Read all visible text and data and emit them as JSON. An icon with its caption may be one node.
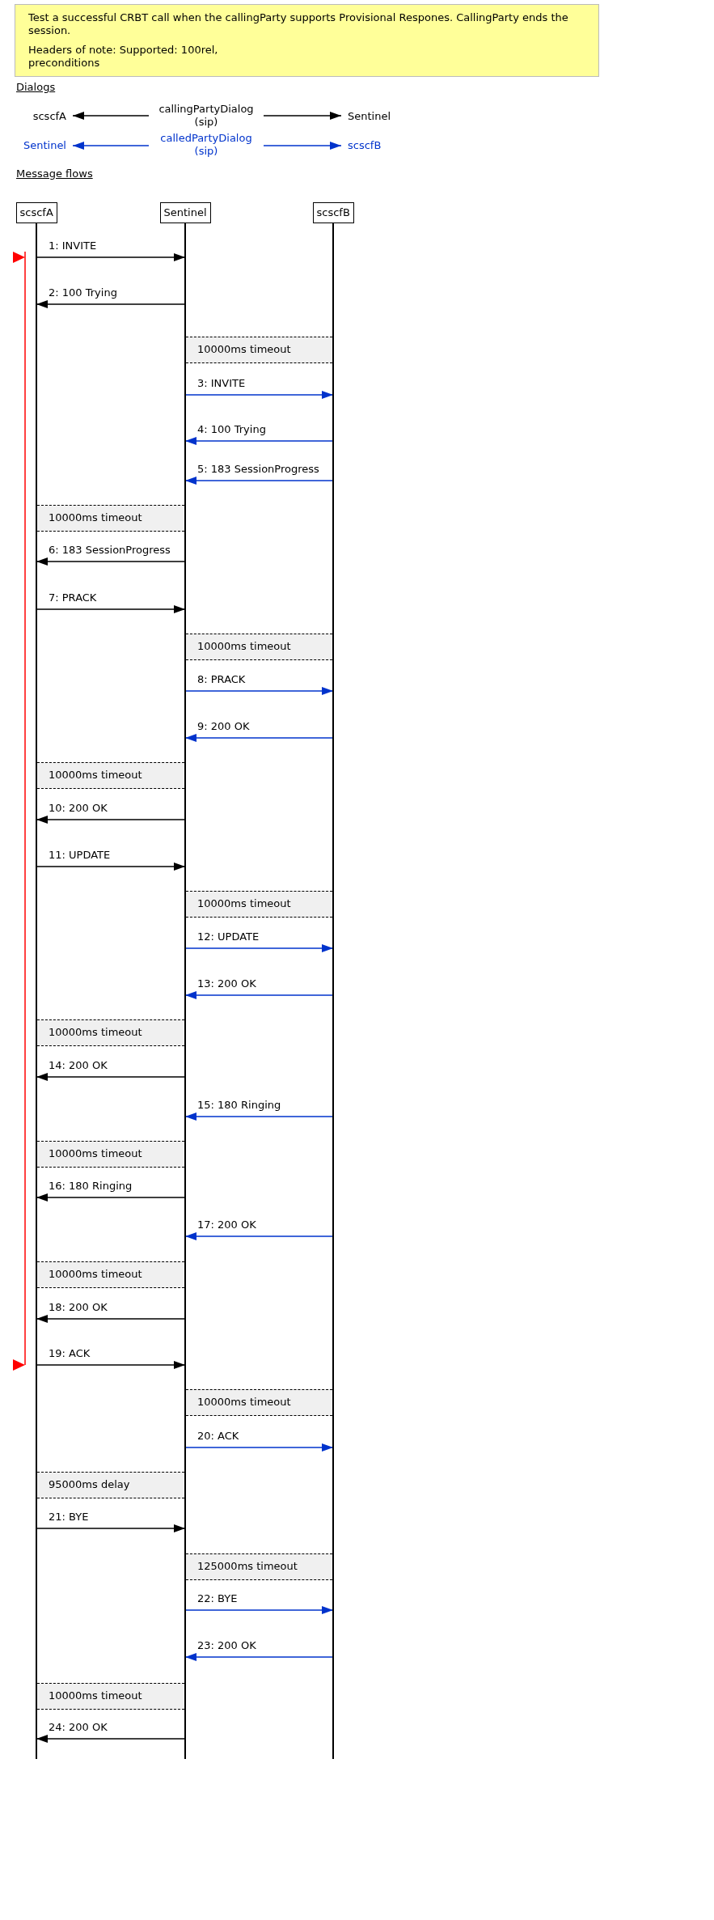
{
  "diagram": {
    "nodes": [
      {
        "text": [
          "Test a successful CRBT call when the callingParty supports Provisional Respones. CallingParty ends the session.",
          "Headers of note: Supported: 100rel, preconditions"
        ]
      },
      {
        "text": [
          "scscfA"
        ]
      },
      {
        "text": [
          "callingPartyDialog (sip)"
        ]
      },
      {
        "text": [
          "Sentinel"
        ]
      },
      {
        "text": [
          "Sentinel"
        ]
      },
      {
        "text": [
          "calledPartyDialog (sip)"
        ]
      },
      {
        "text": [
          "scscfB"
        ]
      },
      {
        "text": [
          "scscfA"
        ]
      },
      {
        "text": [
          "Sentinel"
        ]
      },
      {
        "text": [
          "scscfB"
        ]
      },
      {
        "text": [
          "10000ms timeout"
        ]
      },
      {
        "text": [
          "10000ms timeout"
        ]
      },
      {
        "text": [
          "10000ms timeout"
        ]
      },
      {
        "text": [
          "10000ms timeout"
        ]
      },
      {
        "text": [
          "10000ms timeout"
        ]
      },
      {
        "text": [
          "10000ms timeout"
        ]
      },
      {
        "text": [
          "10000ms timeout"
        ]
      },
      {
        "text": [
          "10000ms timeout"
        ]
      },
      {
        "text": [
          "10000ms timeout"
        ]
      },
      {
        "text": [
          "95000ms delay"
        ]
      },
      {
        "text": [
          "125000ms timeout"
        ]
      },
      {
        "text": [
          "10000ms timeout"
        ]
      }
    ],
    "edges": [
      {
        "from": 2,
        "to": 1,
        "arrow": "to"
      },
      {
        "from": 2,
        "to": 3,
        "arrow": "to"
      },
      {
        "from": 5,
        "to": 4,
        "arrow": "to",
        "color": "#0033cc"
      },
      {
        "from": 5,
        "to": 6,
        "arrow": "to",
        "color": "#0033cc"
      },
      {
        "from": 7,
        "to": 8,
        "arrow": "to",
        "label": "1: INVITE"
      },
      {
        "from": 8,
        "to": 7,
        "arrow": "to",
        "label": "2: 100 Trying"
      },
      {
        "from": 8,
        "to": 9,
        "arrow": "to",
        "label": "3: INVITE",
        "color": "#0033cc"
      },
      {
        "from": 9,
        "to": 8,
        "arrow": "to",
        "label": "4: 100 Trying",
        "color": "#0033cc"
      },
      {
        "from": 9,
        "to": 8,
        "arrow": "to",
        "label": "5: 183 SessionProgress",
        "color": "#0033cc"
      },
      {
        "from": 8,
        "to": 7,
        "arrow": "to",
        "label": "6: 183 SessionProgress"
      },
      {
        "from": 7,
        "to": 8,
        "arrow": "to",
        "label": "7: PRACK"
      },
      {
        "from": 8,
        "to": 9,
        "arrow": "to",
        "label": "8: PRACK",
        "color": "#0033cc"
      },
      {
        "from": 9,
        "to": 8,
        "arrow": "to",
        "label": "9: 200 OK",
        "color": "#0033cc"
      },
      {
        "from": 8,
        "to": 7,
        "arrow": "to",
        "label": "10: 200 OK"
      },
      {
        "from": 7,
        "to": 8,
        "arrow": "to",
        "label": "11: UPDATE"
      },
      {
        "from": 8,
        "to": 9,
        "arrow": "to",
        "label": "12: UPDATE",
        "color": "#0033cc"
      },
      {
        "from": 9,
        "to": 8,
        "arrow": "to",
        "label": "13: 200 OK",
        "color": "#0033cc"
      },
      {
        "from": 8,
        "to": 7,
        "arrow": "to",
        "label": "14: 200 OK"
      },
      {
        "from": 9,
        "to": 8,
        "arrow": "to",
        "label": "15: 180 Ringing",
        "color": "#0033cc"
      },
      {
        "from": 8,
        "to": 7,
        "arrow": "to",
        "label": "16: 180 Ringing"
      },
      {
        "from": 9,
        "to": 8,
        "arrow": "to",
        "label": "17: 200 OK",
        "color": "#0033cc"
      },
      {
        "from": 8,
        "to": 7,
        "arrow": "to",
        "label": "18: 200 OK"
      },
      {
        "from": 7,
        "to": 8,
        "arrow": "to",
        "label": "19: ACK"
      },
      {
        "from": 8,
        "to": 9,
        "arrow": "to",
        "label": "20: ACK",
        "color": "#0033cc"
      },
      {
        "from": 7,
        "to": 8,
        "arrow": "to",
        "label": "21: BYE"
      },
      {
        "from": 8,
        "to": 9,
        "arrow": "to",
        "label": "22: BYE",
        "color": "#0033cc"
      },
      {
        "from": 9,
        "to": 8,
        "arrow": "to",
        "label": "23: 200 OK",
        "color": "#0033cc"
      },
      {
        "from": 8,
        "to": 7,
        "arrow": "to",
        "label": "24: 200 OK"
      }
    ],
    "labels": [
      "Dialogs",
      "Message flows"
    ]
  }
}
